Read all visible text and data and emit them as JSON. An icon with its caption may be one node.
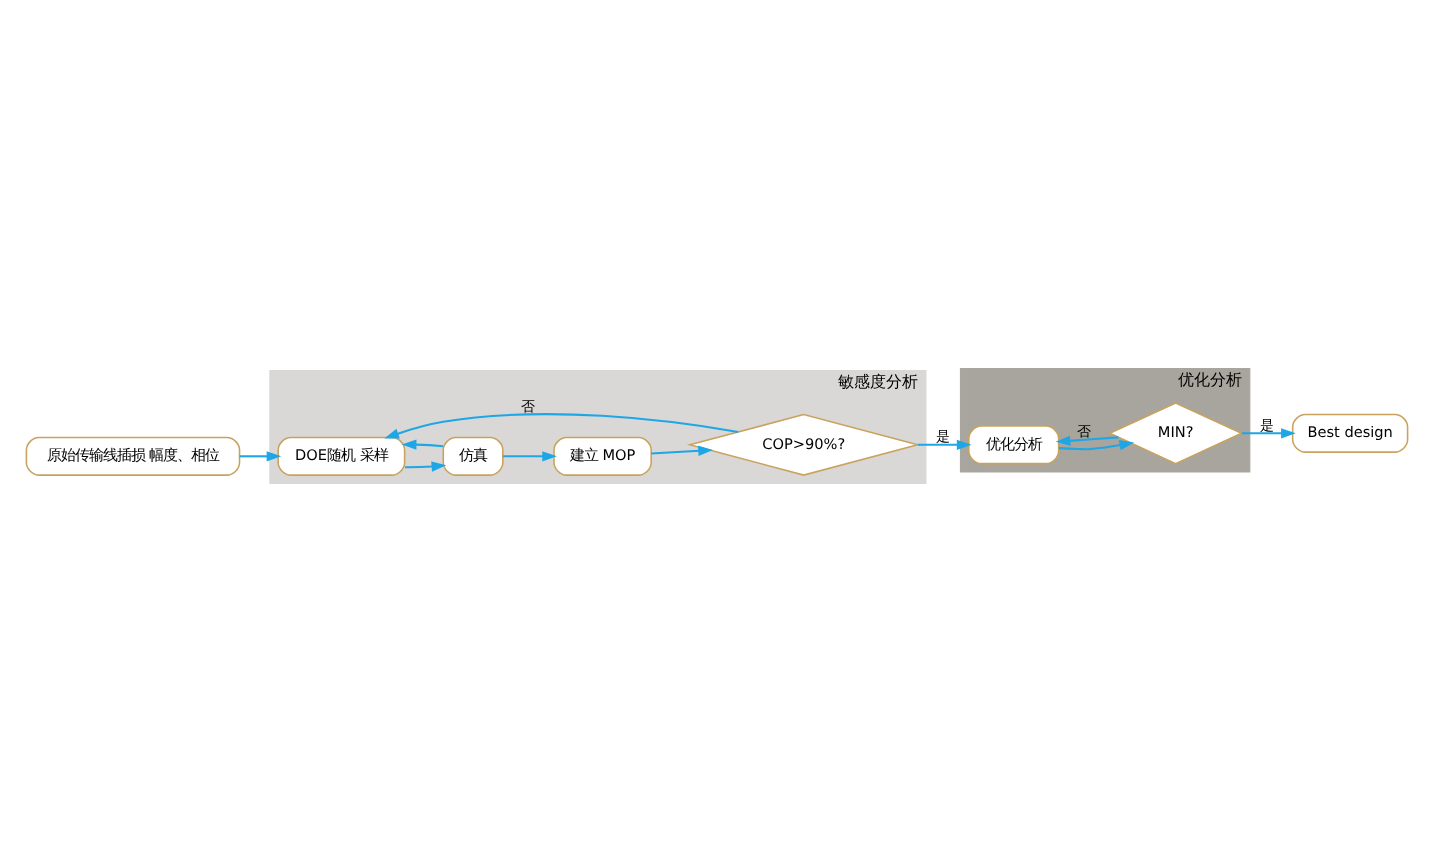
{
  "diagram": {
    "nodes": [
      {
        "text": [
          "敏感度分析"
        ]
      },
      {
        "text": [
          "原始传输线插损 幅度、相位"
        ]
      },
      {
        "text": [
          "DOE随机 采样"
        ],
        "in": 0
      },
      {
        "text": [
          "仿真"
        ],
        "in": 0
      },
      {
        "text": [
          "建立 MOP"
        ],
        "in": 0
      },
      {
        "text": [
          "COP>90%?"
        ],
        "in": 0
      },
      {
        "text": [
          "优化分析"
        ]
      },
      {
        "text": [
          "优化分析"
        ],
        "in": 6
      },
      {
        "text": [
          "MIN?"
        ],
        "in": 6
      },
      {
        "text": [
          "Best design"
        ]
      }
    ],
    "edges": [
      {
        "from": 1,
        "to": 2,
        "arrow": "to"
      },
      {
        "from": 2,
        "to": 3,
        "arrow": "to"
      },
      {
        "from": 3,
        "to": 4,
        "arrow": "to"
      },
      {
        "from": 3,
        "to": 2,
        "arrow": "to"
      },
      {
        "from": 4,
        "to": 5,
        "arrow": "to"
      },
      {
        "from": 5,
        "to": 2,
        "label": "否",
        "arrow": "to"
      },
      {
        "from": 5,
        "to": 7,
        "label": "是",
        "arrow": "to"
      },
      {
        "from": 7,
        "to": 8,
        "arrow": "to"
      },
      {
        "from": 8,
        "to": 7,
        "label": "否",
        "arrow": "to"
      },
      {
        "from": 8,
        "to": 9,
        "label": "是",
        "arrow": "to"
      }
    ]
  }
}
